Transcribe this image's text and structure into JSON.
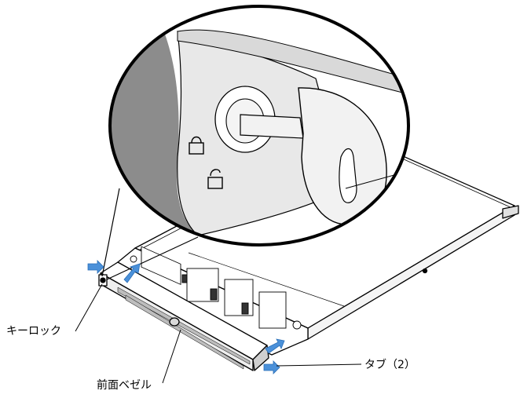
{
  "figure": {
    "callouts": {
      "key_lock": "キーロック",
      "tab": "タブ（2）",
      "front_bezel": "前面ベゼル"
    },
    "colors": {
      "line": "#000000",
      "arrow": "#4a90d9",
      "lock_face": "#e8e8e8",
      "lock_shadow": "#8c8c8c",
      "key": "#f2f2f2",
      "chassis_fill": "#ffffff",
      "background": "#ffffff"
    },
    "icons": [
      "locked-padlock-icon",
      "unlocked-padlock-icon",
      "push-arrow-icon"
    ]
  }
}
